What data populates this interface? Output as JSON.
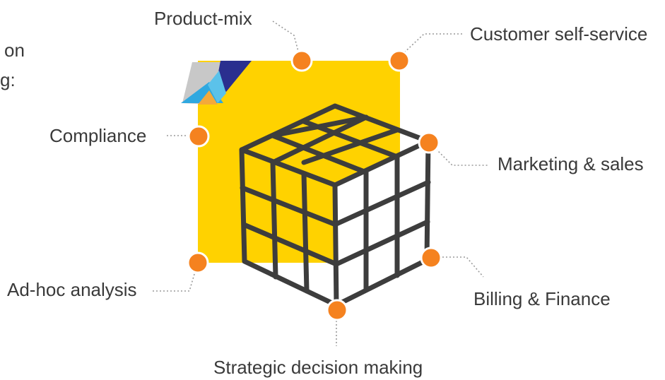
{
  "intro_fragment": {
    "line1": "on",
    "line2": "g:"
  },
  "center_graphic": {
    "name": "rubiks-cube-icon"
  },
  "labels": {
    "product_mix": "Product-mix",
    "customer_self_service": "Customer self-service",
    "compliance": "Compliance",
    "marketing_sales": "Marketing & sales",
    "ad_hoc_analysis": "Ad-hoc analysis",
    "billing_finance": "Billing & Finance",
    "strategic_decision_making": "Strategic decision making"
  },
  "colors": {
    "background_square": "#FFD200",
    "marker": "#F5821F",
    "marker_border": "#ffffff",
    "cube_stroke": "#3d3d3d",
    "connector": "#9a9a9a",
    "text": "#3a3a3a",
    "accent_navy": "#2a2f8f",
    "accent_blue": "#2fa8e0",
    "accent_gray": "#c8c8c8"
  }
}
